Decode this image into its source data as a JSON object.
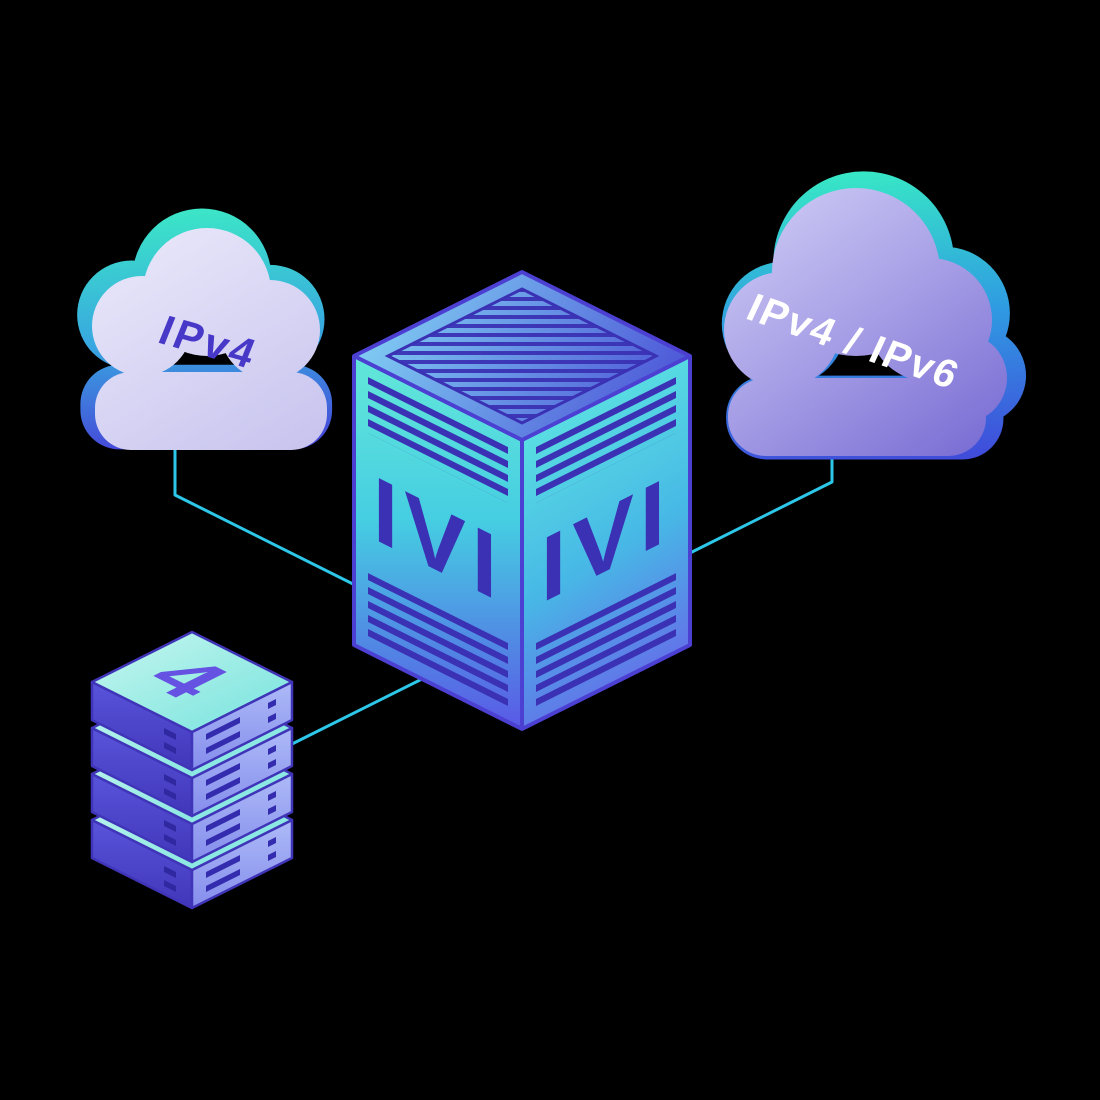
{
  "scene": {
    "background": "#000000",
    "accent": "#2cc7e9",
    "outline": "#4b40d2",
    "ink": "#3a31b4",
    "teal": "#3cedc4",
    "purple": "#7b6ed4"
  },
  "nodes": {
    "cloud_ipv4": {
      "label": "IPv4",
      "label_color": "#4838c8"
    },
    "cloud_dual": {
      "label": "IPv4 / IPv6",
      "label_color": "#ffffff"
    },
    "ivi_box": {
      "label_left": "IVI",
      "label_right": "IVI"
    },
    "server_stack": {
      "label": "4",
      "units": 4
    }
  }
}
